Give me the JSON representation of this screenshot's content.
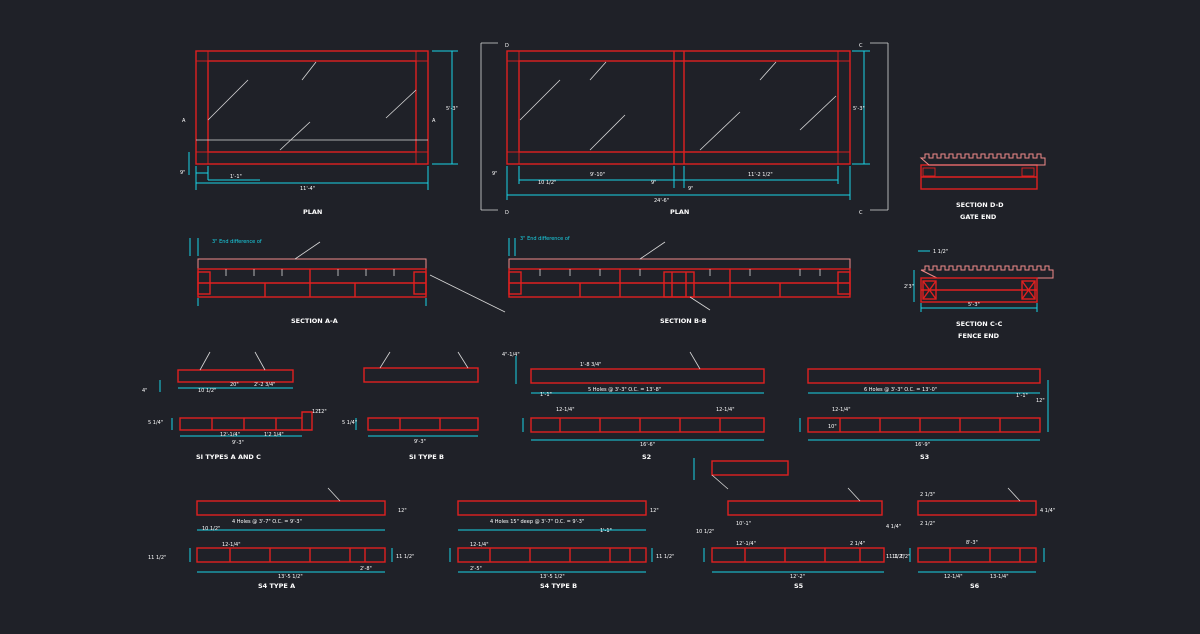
{
  "drawing": {
    "background": "#1f2128",
    "colors": {
      "structure": "#e02020",
      "dimension": "#19d3e6",
      "annotation": "#ffffff",
      "pink_detail": "#f08a8a"
    },
    "views": {
      "plan_left": {
        "title": "PLAN",
        "dims": {
          "bottom": "11'-4\"",
          "left_small": "1'-1\"",
          "corner": "9\"",
          "right": "5'-3\""
        },
        "cut_marks": [
          "A",
          "A"
        ]
      },
      "plan_right": {
        "title": "PLAN",
        "dims": {
          "bottom": "24'-6\"",
          "seg1": "10 1/2\"",
          "seg2": "9'-10\"",
          "seg3": "9\"",
          "seg4": "9\"",
          "seg5": "11'-2 1/2\"",
          "corner": "9\"",
          "right": "5'-3\""
        },
        "cut_marks": [
          "D",
          "C",
          "D",
          "C"
        ]
      },
      "section_dd": {
        "title": "SECTION D-D",
        "subtitle": "GATE END"
      },
      "section_aa": {
        "title": "SECTION A-A",
        "note": "3\" End difference of"
      },
      "section_bb": {
        "title": "SECTION B-B",
        "note": "3\" End difference of"
      },
      "section_cc": {
        "title": "SECTION C-C",
        "subtitle": "FENCE END",
        "dims": {
          "top": "1 1/2\"",
          "height": "2'3\"",
          "width": "5'-3\""
        }
      },
      "si_ac": {
        "title": "SI TYPES A AND C",
        "dims": {
          "a": "20\"",
          "b": "2'-2 3/4\"",
          "c": "10 1/2\"",
          "d": "9'-3\"",
          "e": "12'-1/4\"",
          "f": "1'2 1/4\"",
          "g": "5 1/4\"",
          "h": "12\"",
          "i": "4\""
        }
      },
      "si_b": {
        "title": "SI TYPE B",
        "dims": {
          "a": "12\"",
          "b": "5 1/4\"",
          "c": "9'-3\""
        }
      },
      "s2": {
        "title": "S2",
        "dims": {
          "a": "1'-8 3/4\"",
          "b": "5 Holes @ 3'-3\" O.C. = 13'-8\"",
          "c": "12-1/4\"",
          "d": "16'-6\"",
          "e": "4\"-1/4\"",
          "f": "12-1/4\"",
          "g": "1'-1\""
        }
      },
      "s3": {
        "title": "S3",
        "dims": {
          "a": "6 Holes @ 3'-3\" O.C. = 13'-0\"",
          "b": "12-1/4\"",
          "c": "16'-9\"",
          "d": "1'-1\"",
          "e": "12\"",
          "f": "10\""
        }
      },
      "s4a": {
        "title": "S4 TYPE A",
        "dims": {
          "a": "4 Holes @ 3'-7\" O.C. = 9'-3\"",
          "b": "12-1/4\"",
          "c": "10 1/2\"",
          "d": "13'-5 1/2\"",
          "e": "2'-8\"",
          "f": "11 1/2\"",
          "g": "11 1/2\"",
          "h": "12\""
        }
      },
      "s4b": {
        "title": "S4 TYPE B",
        "dims": {
          "a": "4 Holes 15\" deep @ 3'-7\" O.C. = 9'-3\"",
          "b": "12-1/4\"",
          "c": "13'-5 1/2\"",
          "d": "2'-5\"",
          "e": "11 1/2\"",
          "f": "1'-1\"",
          "g": "12\""
        }
      },
      "s5": {
        "title": "S5",
        "dims": {
          "a": "10'-1\"",
          "b": "12'-1/4\"",
          "c": "12'-2\"",
          "d": "2 1/4\"",
          "e": "10 1/2\"",
          "f": "4 1/4\"",
          "g": "11 1/2\""
        }
      },
      "s6": {
        "title": "S6",
        "dims": {
          "a": "2 1/3\"",
          "b": "2 1/2\"",
          "c": "8'-3\"",
          "d": "12-1/4\"",
          "e": "13-1/4\"",
          "f": "11 1/2\"",
          "g": "4 1/4\""
        }
      }
    }
  }
}
